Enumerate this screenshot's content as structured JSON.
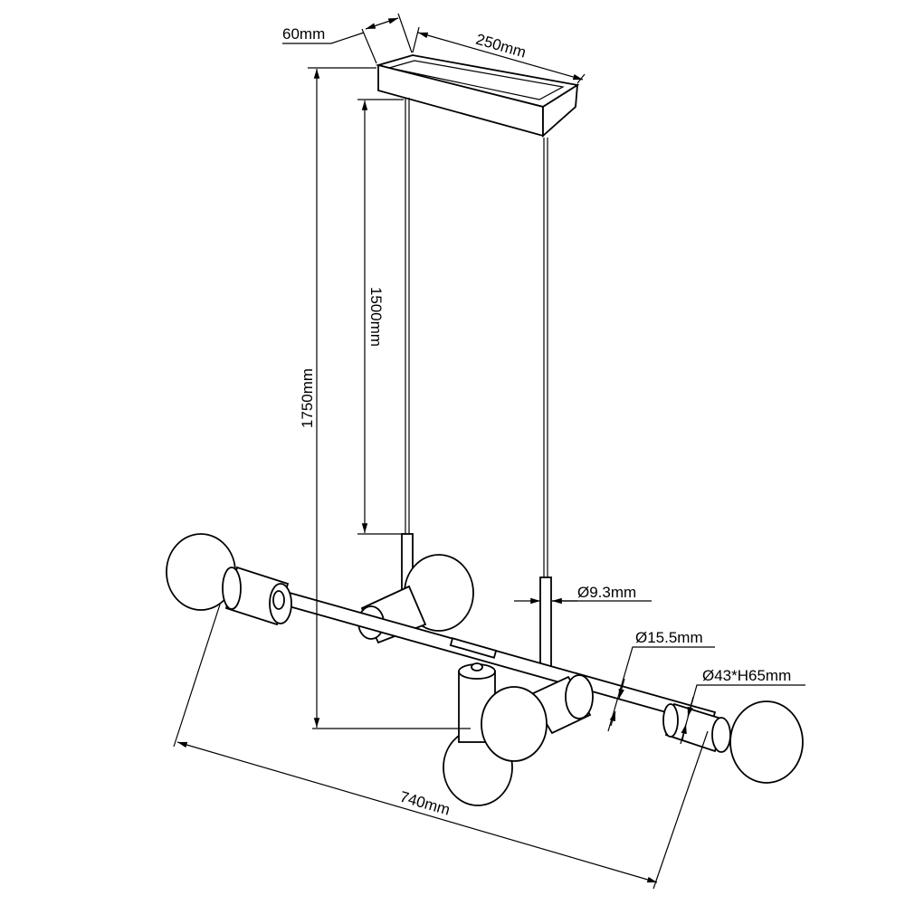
{
  "title": "Pendant lamp dimension drawing",
  "dimensions": {
    "canopy_depth": "60mm",
    "canopy_length": "250mm",
    "total_height": "1750mm",
    "cable_length": "1500mm",
    "rod_diameter": "Ø9.3mm",
    "bar_diameter": "Ø15.5mm",
    "socket_size": "Ø43*H65mm",
    "total_width": "740mm"
  },
  "colors": {
    "line": "#000000",
    "background": "#ffffff"
  }
}
